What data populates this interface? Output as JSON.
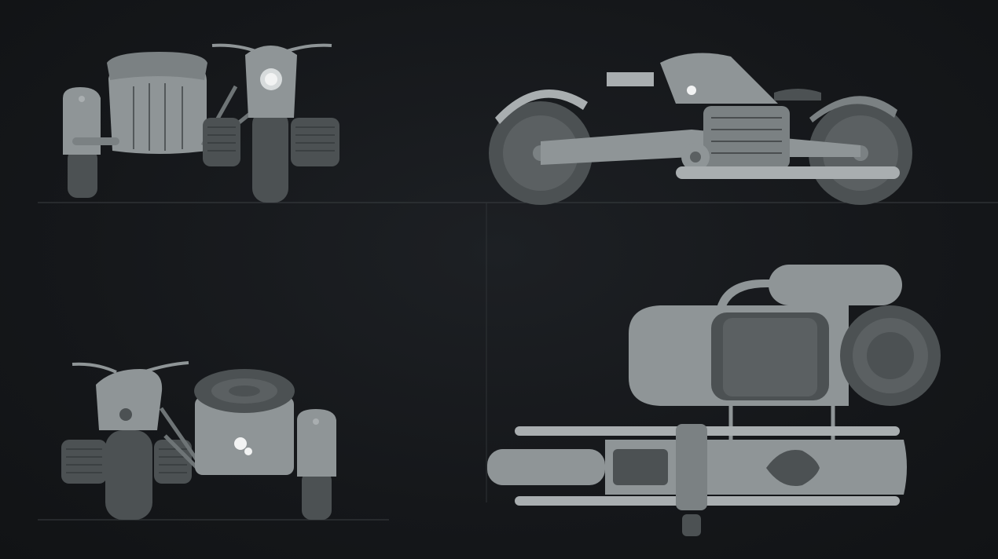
{
  "sheet": {
    "background": "#15171a",
    "views": [
      {
        "id": "rear",
        "position": "top-left"
      },
      {
        "id": "side",
        "position": "top-right"
      },
      {
        "id": "front",
        "position": "bottom-left"
      },
      {
        "id": "top",
        "position": "bottom-right"
      }
    ],
    "colors": {
      "body": "#7b8183",
      "highlight": "#a9aeb0",
      "shadow": "#4c5153",
      "headlight": "#e8eaea"
    }
  }
}
